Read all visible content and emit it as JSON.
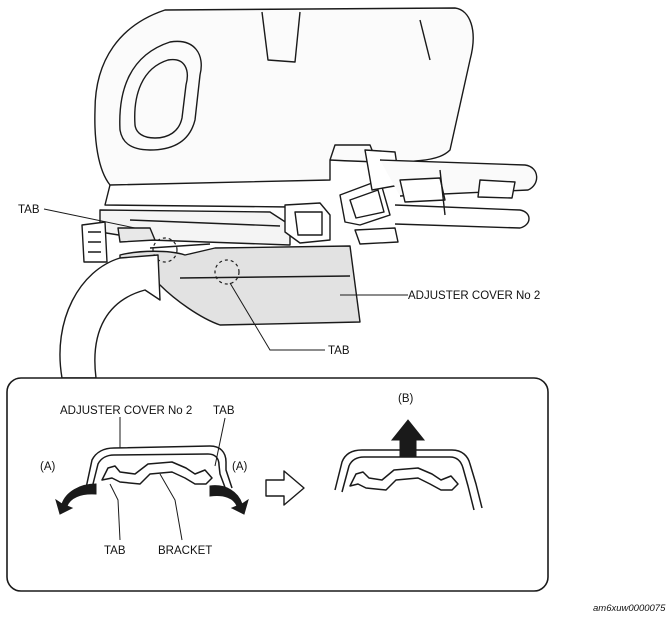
{
  "labels": {
    "tab_top_left": "TAB",
    "adjuster_cover_upper": "ADJUSTER COVER No 2",
    "tab_upper_middle": "TAB",
    "adjuster_cover_detail": "ADJUSTER COVER No 2",
    "tab_detail_top": "TAB",
    "arrow_a_left": "(A)",
    "arrow_a_right": "(A)",
    "arrow_b": "(B)",
    "tab_detail_bottom": "TAB",
    "bracket": "BRACKET"
  },
  "figure_code": "am6xuw0000075",
  "colors": {
    "line": "#1a1a1a",
    "shade": "#d9d9d9",
    "arrow_fill": "#ffffff"
  },
  "icons": {
    "arrow_a": "curved-arrow-icon",
    "arrow_b": "up-arrow-icon",
    "transition": "right-arrow-icon"
  }
}
